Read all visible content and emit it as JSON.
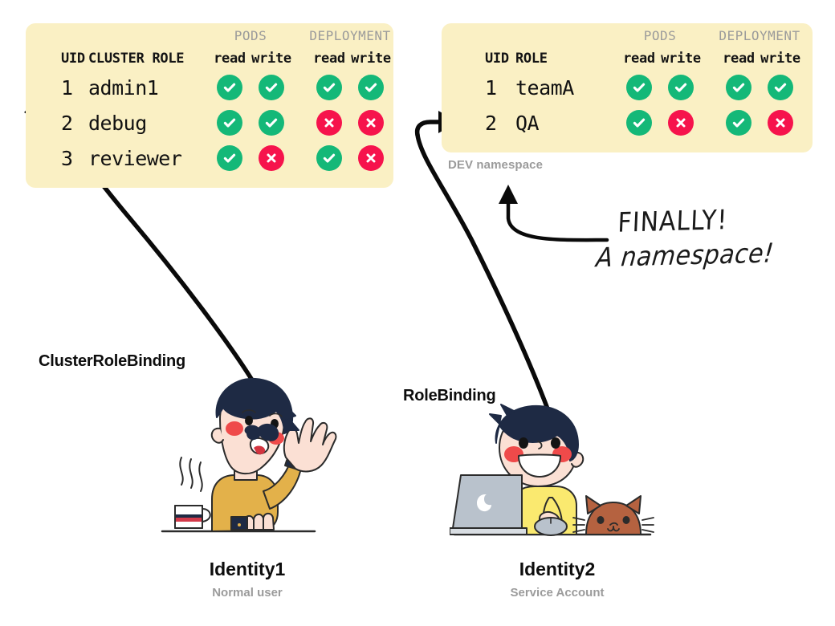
{
  "tables": [
    {
      "id": "cluster",
      "group_headers": [
        "PODS",
        "DEPLOYMENT"
      ],
      "columns": [
        "UID",
        "CLUSTER ROLE",
        "read",
        "write",
        "read",
        "write"
      ],
      "rows": [
        {
          "uid": "1",
          "role": "admin1",
          "pods_read": "yes",
          "pods_write": "yes",
          "dep_read": "yes",
          "dep_write": "yes"
        },
        {
          "uid": "2",
          "role": "debug",
          "pods_read": "yes",
          "pods_write": "yes",
          "dep_read": "no",
          "dep_write": "no"
        },
        {
          "uid": "3",
          "role": "reviewer",
          "pods_read": "yes",
          "pods_write": "no",
          "dep_read": "yes",
          "dep_write": "no"
        }
      ]
    },
    {
      "id": "namespace",
      "caption": "DEV namespace",
      "group_headers": [
        "PODS",
        "DEPLOYMENT"
      ],
      "columns": [
        "UID",
        "ROLE",
        "read",
        "write",
        "read",
        "write"
      ],
      "rows": [
        {
          "uid": "1",
          "role": "teamA",
          "pods_read": "yes",
          "pods_write": "yes",
          "dep_read": "yes",
          "dep_write": "yes"
        },
        {
          "uid": "2",
          "role": "QA",
          "pods_read": "yes",
          "pods_write": "no",
          "dep_read": "yes",
          "dep_write": "no"
        }
      ]
    }
  ],
  "bindings": {
    "cluster_role_binding": "ClusterRoleBinding",
    "role_binding": "RoleBinding"
  },
  "annotation": {
    "line1": "FINALLY!",
    "line2": "A namespace!"
  },
  "people": [
    {
      "name": "Identity1",
      "role": "Normal user"
    },
    {
      "name": "Identity2",
      "role": "Service Account"
    }
  ],
  "icons": {
    "check": "check-circle-icon",
    "cross": "cross-circle-icon",
    "arrow": "curved-arrow-icon"
  },
  "colors": {
    "table_bg": "#faf0c4",
    "allow": "#14b878",
    "deny": "#f6134c",
    "muted_text": "#9b9b9b",
    "ink": "#0d0d0d",
    "hair": "#1e2a44",
    "skin": "#fbe0d4",
    "sweater_1": "#e3b14a",
    "shirt_2": "#fae96f",
    "cat": "#b56240",
    "laptop": "#b9c2cc",
    "blush": "#ef4a4a"
  }
}
